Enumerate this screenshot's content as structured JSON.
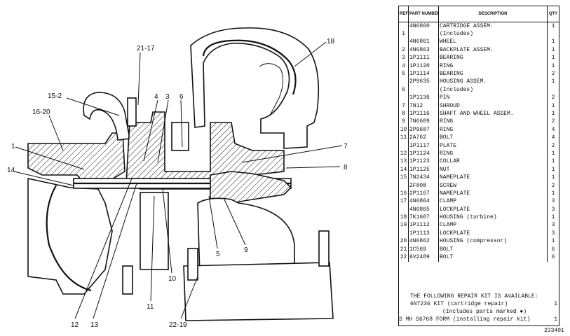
{
  "figure_number": "233401",
  "callouts": {
    "c21_17": "21-17",
    "c18": "18",
    "c15_2": "15-2",
    "c16_20": "16-20",
    "c4": "4",
    "c3": "3",
    "c6": "6",
    "c1": "1",
    "c14": "14",
    "c7": "7",
    "c8": "8",
    "c5": "5",
    "c9": "9",
    "c10": "10",
    "c11": "11",
    "c12": "12",
    "c13": "13",
    "c22_19": "22-19"
  },
  "parts_table": {
    "headers": {
      "ref": "REF NO.",
      "part": "PART NUMBER",
      "desc": "DESCRIPTION",
      "qty": "QTY"
    },
    "rows": [
      {
        "ref": "",
        "part": "4N6860",
        "desc": "CARTRIDGE ASSEM.",
        "qty": "1",
        "dot": false
      },
      {
        "ref": "1",
        "part": "",
        "desc": "(Includes)",
        "qty": "",
        "dot": false
      },
      {
        "ref": "",
        "part": "4N6861",
        "desc": "WHEEL",
        "qty": "1",
        "dot": false
      },
      {
        "ref": "2",
        "part": "4N6863",
        "desc": "BACKPLATE ASSEM.",
        "qty": "1",
        "dot": false
      },
      {
        "ref": "3",
        "part": "1P1111",
        "desc": "BEARING",
        "qty": "1",
        "dot": false
      },
      {
        "ref": "4",
        "part": "1P1120",
        "desc": "RING",
        "qty": "1",
        "dot": true
      },
      {
        "ref": "5",
        "part": "1P1114",
        "desc": "BEARING",
        "qty": "2",
        "dot": true
      },
      {
        "ref": "",
        "part": "2P9635",
        "desc": "HOUSING ASSEM.",
        "qty": "1",
        "dot": false
      },
      {
        "ref": "6",
        "part": "",
        "desc": "(Includes)",
        "qty": "",
        "dot": false
      },
      {
        "ref": "",
        "part": "1P1136",
        "desc": "PIN",
        "qty": "2",
        "dot": false
      },
      {
        "ref": "7",
        "part": "7N12",
        "desc": "SHROUD",
        "qty": "1",
        "dot": false
      },
      {
        "ref": "8",
        "part": "1P1116",
        "desc": "SHAFT AND WHEEL ASSEM.",
        "qty": "1",
        "dot": false
      },
      {
        "ref": "9",
        "part": "7N6609",
        "desc": "RING",
        "qty": "2",
        "dot": true
      },
      {
        "ref": "10",
        "part": "2P9607",
        "desc": "RING",
        "qty": "4",
        "dot": true
      },
      {
        "ref": "11",
        "part": "2A762",
        "desc": "BOLT",
        "qty": "4",
        "dot": false
      },
      {
        "ref": "",
        "part": "1P1117",
        "desc": "PLATE",
        "qty": "2",
        "dot": true
      },
      {
        "ref": "12",
        "part": "1P1124",
        "desc": "RING",
        "qty": "1",
        "dot": true
      },
      {
        "ref": "13",
        "part": "1P1123",
        "desc": "COLLAR",
        "qty": "1",
        "dot": true
      },
      {
        "ref": "14",
        "part": "1P1125",
        "desc": "NUT",
        "qty": "1",
        "dot": true
      },
      {
        "ref": "15",
        "part": "7N2434",
        "desc": "NAMEPLATE",
        "qty": "1",
        "dot": false
      },
      {
        "ref": "",
        "part": "2F808",
        "desc": "SCREW",
        "qty": "2",
        "dot": false
      },
      {
        "ref": "16",
        "part": "2P1167",
        "desc": "NAMEPLATE",
        "qty": "1",
        "dot": false
      },
      {
        "ref": "17",
        "part": "4N6864",
        "desc": "CLAMP",
        "qty": "3",
        "dot": false
      },
      {
        "ref": "",
        "part": "4N6865",
        "desc": "LOCKPLATE",
        "qty": "3",
        "dot": false
      },
      {
        "ref": "18",
        "part": "7K1687",
        "desc": "HOUSING (turbine)",
        "qty": "1",
        "dot": false
      },
      {
        "ref": "19",
        "part": "1P1112",
        "desc": "CLAMP",
        "qty": "3",
        "dot": false
      },
      {
        "ref": "",
        "part": "1P1113",
        "desc": "LOCKPLATE",
        "qty": "3",
        "dot": false
      },
      {
        "ref": "20",
        "part": "4N6862",
        "desc": "HOUSING (compressor)",
        "qty": "1",
        "dot": false
      },
      {
        "ref": "21",
        "part": "1C569",
        "desc": "BOLT",
        "qty": "6",
        "dot": false
      },
      {
        "ref": "22",
        "part": "6V2489",
        "desc": "BOLT",
        "qty": "6",
        "dot": false
      }
    ]
  },
  "kit": {
    "heading": "THE FOLLOWING REPAIR KIT IS AVAILABLE:",
    "kit_part": "6N7236",
    "kit_desc": "KIT (cartridge repair)",
    "kit_qty": "1",
    "kit_note": "(Includes parts marked ●)",
    "form_ref": "S",
    "form_part": "MH S6768",
    "form_desc": "FORM (installing repair kit)",
    "form_qty": "1"
  }
}
